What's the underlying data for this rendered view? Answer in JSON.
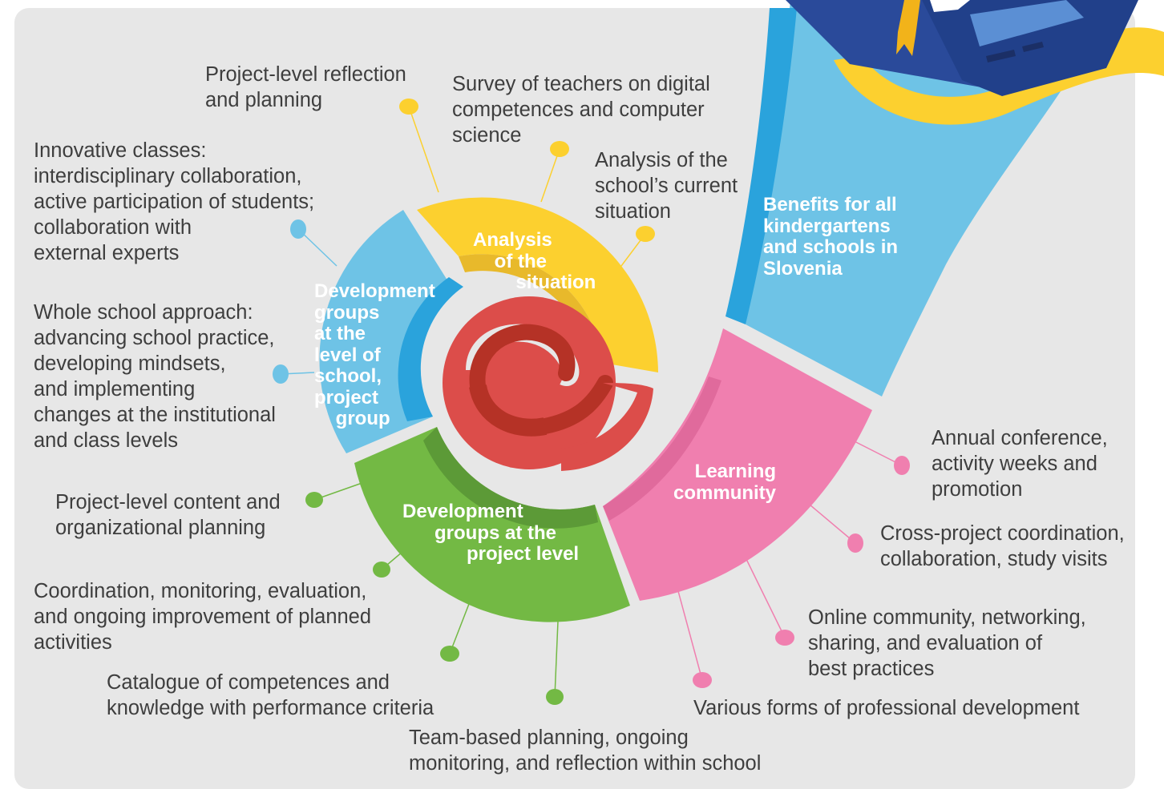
{
  "colors": {
    "red": "#dc4d4a",
    "dark_red": "#b53226",
    "blue": "#6ec3e6",
    "dark_blue": "#2aa3dc",
    "yellow": "#fcd02f",
    "green": "#73b944",
    "pink": "#f07faf",
    "navy": "#2a4a9a",
    "background": "#e7e7e7",
    "text": "#3e3e3e"
  },
  "segments": {
    "analysis": "Analysis\n    of the\n        situation",
    "development_school": "Development\ngroups\nat the\nlevel of\nschool,\nproject\n    group",
    "development_project": "Development\n      groups at the\n            project level",
    "learning_community": "    Learning\ncommunity",
    "benefits": "Benefits for all\nkindergartens\nand schools in\nSlovenia"
  },
  "labels": {
    "project_reflection": "Project-level reflection\nand planning",
    "survey": "Survey of teachers on digital\ncompetences and computer\nscience",
    "current_situation": "Analysis of the\nschool’s current\nsituation",
    "innovative_classes": "Innovative classes:\ninterdisciplinary collaboration,\nactive participation of students;\ncollaboration with\nexternal experts",
    "whole_school": "Whole school approach:\nadvancing school practice,\ndeveloping mindsets,\nand implementing\nchanges at the institutional\nand class levels",
    "content_planning": "Project-level content and\norganizational planning",
    "coordination": "Coordination, monitoring, evaluation,\nand ongoing improvement of planned\nactivities",
    "catalogue": "Catalogue of competences and\nknowledge with performance criteria",
    "team_planning": "Team-based planning, ongoing\nmonitoring, and reflection within school",
    "annual_conference": "Annual conference,\nactivity weeks and\npromotion",
    "cross_project": "Cross-project coordination,\ncollaboration, study visits",
    "online_community": "Online community, networking,\nsharing, and evaluation of\nbest practices",
    "professional_development": "Various forms of professional development"
  }
}
